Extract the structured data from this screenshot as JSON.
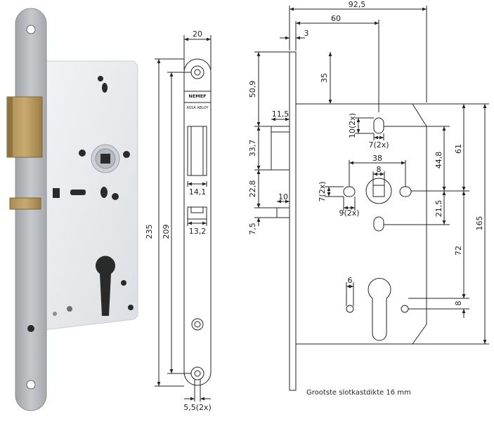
{
  "photo": {
    "colors": {
      "faceplate": "#b9bcbf",
      "body": "#e9ebee",
      "bolt": "#b89a60",
      "hole": "#2a2a2a"
    }
  },
  "front_view": {
    "brand_logo": "NEMEF",
    "brand_sub": "ASSA ABLOY",
    "dims": {
      "width": "20",
      "total_height": "235",
      "screw_distance": "209",
      "latch_slot": "14,1",
      "bolt_slot": "13,2",
      "screw_hole": "5,5(2x)"
    }
  },
  "side_view": {
    "dims": {
      "depth_total": "92,5",
      "backset": "60",
      "plate_thickness": "3",
      "top_to_hole": "35",
      "top_to_latch": "50,9",
      "latch_width": "11,5",
      "latch_height": "33,7",
      "latch_to_bolt": "22,8",
      "bolt_width": "10",
      "bolt_height": "7,5",
      "slot_height": "10(2x)",
      "slot_width": "7(2x)",
      "spindle_spacing": "38",
      "spindle_square": "8",
      "side_hole_height": "7(2x)",
      "side_hole_width": "9(2x)",
      "dist_61": "61",
      "dist_44_8": "44,8",
      "dist_21_5": "21,5",
      "dist_72": "72",
      "body_height": "165",
      "cyl_hole": "6",
      "cyl_offset": "8"
    },
    "note": "Grootste slotkastdikte 16 mm"
  }
}
